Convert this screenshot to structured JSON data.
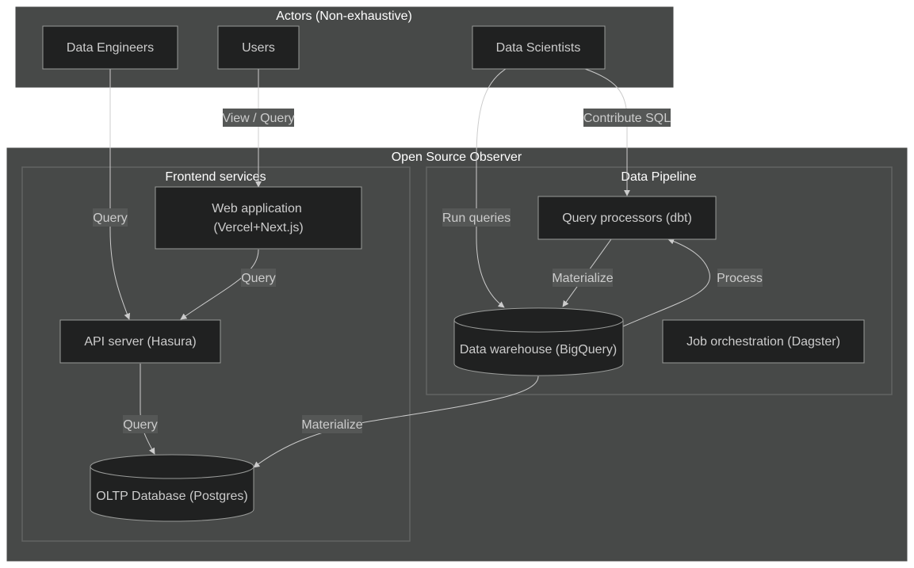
{
  "clusters": {
    "actors": "Actors (Non-exhaustive)",
    "oso": "Open Source Observer",
    "frontend": "Frontend services",
    "pipeline": "Data Pipeline"
  },
  "nodes": {
    "data_engineers": "Data Engineers",
    "users": "Users",
    "data_scientists": "Data Scientists",
    "web_app_line1": "Web application",
    "web_app_line2": "(Vercel+Next.js)",
    "api_server": "API server (Hasura)",
    "oltp_db": "OLTP Database (Postgres)",
    "query_processors": "Query processors (dbt)",
    "data_warehouse": "Data warehouse (BigQuery)",
    "job_orchestration": "Job orchestration (Dagster)"
  },
  "edges": {
    "view_query": "View / Query",
    "contribute_sql": "Contribute SQL",
    "de_query": "Query",
    "run_queries": "Run queries",
    "web_query": "Query",
    "materialize_dw": "Materialize",
    "process": "Process",
    "api_query": "Query",
    "materialize_oltp": "Materialize"
  },
  "colors": {
    "cluster_fill": "#474948",
    "node_fill": "#202121",
    "node_border": "#999b99",
    "edge_line": "#cccccc",
    "label_bg": "#555756"
  }
}
